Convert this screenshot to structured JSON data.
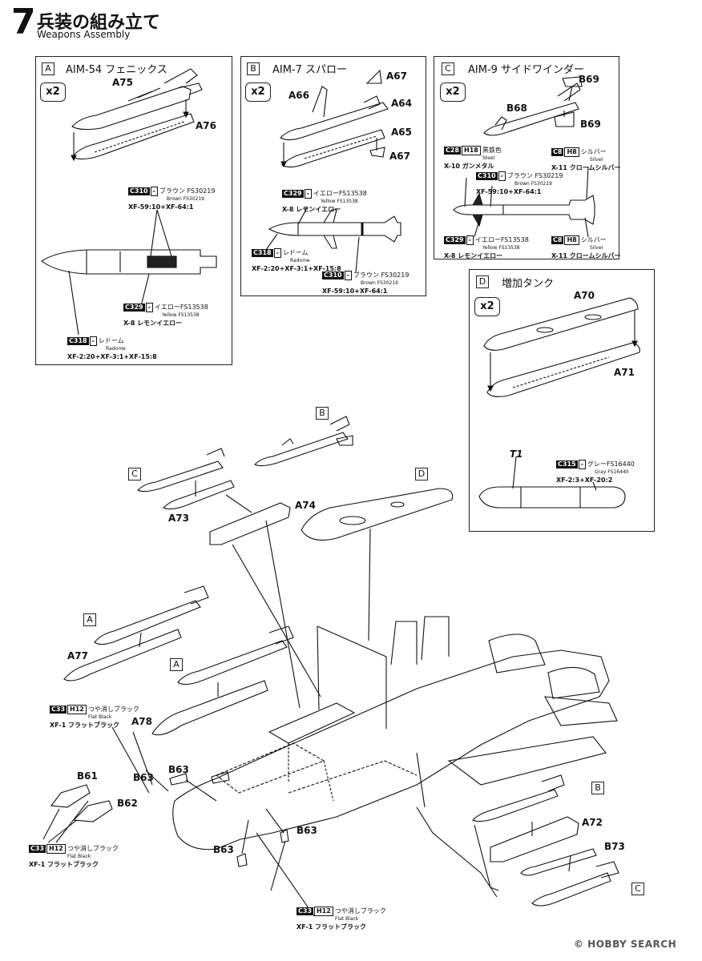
{
  "header": {
    "number": "7",
    "title_jp": "兵装の組み立て",
    "title_en": "Weapons Assembly"
  },
  "panels": {
    "A": {
      "letter": "A",
      "title": "AIM-54 フェニックス",
      "qty": "x2"
    },
    "B": {
      "letter": "B",
      "title": "AIM-7 スパロー",
      "qty": "x2"
    },
    "C": {
      "letter": "C",
      "title": "AIM-9 サイドワインダー",
      "qty": "x2"
    },
    "D": {
      "letter": "D",
      "title": "増加タンク",
      "qty": "x2"
    }
  },
  "parts": {
    "A75": "A75",
    "A76": "A76",
    "A66": "A66",
    "A67": "A67",
    "A64": "A64",
    "A65": "A65",
    "A67b": "A67",
    "B69": "B69",
    "B68": "B68",
    "B69b": "B69",
    "A70": "A70",
    "A71": "A71",
    "T1": "T1",
    "A74": "A74",
    "A73": "A73",
    "A77": "A77",
    "A78": "A78",
    "B61": "B61",
    "B62": "B62",
    "B63a": "B63",
    "B63b": "B63",
    "B63c": "B63",
    "B63d": "B63",
    "A72": "A72",
    "B73": "B73"
  },
  "callouts": {
    "c1": "C",
    "b1": "B",
    "d1": "D",
    "a1": "A",
    "a2": "A",
    "b2": "B",
    "c2": "C"
  },
  "paints": {
    "p1": {
      "code": "C310",
      "h": "-",
      "jp": "ブラウン FS30219",
      "en": "Brown FS30219",
      "mix": "XF-59:10+XF-64:1"
    },
    "p2": {
      "code": "C329",
      "h": "-",
      "jp": "イエローFS13538",
      "en": "Yellow FS13538",
      "mix": "X-8 レモンイエロー"
    },
    "p3": {
      "code": "C318",
      "h": "-",
      "jp": "レドーム",
      "en": "Radome",
      "mix": "XF-2:20+XF-3:1+XF-15:8"
    },
    "p4": {
      "code": "C329",
      "h": "-",
      "jp": "イエローFS13538",
      "en": "Yellow FS13538",
      "mix": "X-8 レモンイエロー"
    },
    "p5": {
      "code": "C318",
      "h": "-",
      "jp": "レドーム",
      "en": "Radome",
      "mix": "XF-2:20+XF-3:1+XF-15:8"
    },
    "p6": {
      "code": "C310",
      "h": "-",
      "jp": "ブラウン FS30219",
      "en": "Brown FS30219",
      "mix": "XF-59:10+XF-64:1"
    },
    "p7": {
      "code": "C28",
      "h": "H18",
      "jp": "黒鉄色",
      "en": "Steel",
      "mix": "X-10 ガンメタル"
    },
    "p8": {
      "code": "C8",
      "h": "H8",
      "jp": "シルバー",
      "en": "Silver",
      "mix": "X-11 クロームシルバー"
    },
    "p9": {
      "code": "C310",
      "h": "-",
      "jp": "ブラウン FS30219",
      "en": "Brown FS30219",
      "mix": "XF-59:10+XF-64:1"
    },
    "p10": {
      "code": "C329",
      "h": "-",
      "jp": "イエローFS13538",
      "en": "Yellow FS13538",
      "mix": "X-8 レモンイエロー"
    },
    "p11": {
      "code": "C8",
      "h": "H8",
      "jp": "シルバー",
      "en": "Silver",
      "mix": "X-11 クロームシルバー"
    },
    "p12": {
      "code": "C315",
      "h": "-",
      "jp": "グレーFS16440",
      "en": "Gray FS16440",
      "mix": "XF-2:3+XF-20:2"
    },
    "p13": {
      "code": "C33",
      "h": "H12",
      "jp": "つや消しブラック",
      "en": "Flat Black",
      "mix": "XF-1 フラットブラック"
    },
    "p14": {
      "code": "C33",
      "h": "H12",
      "jp": "つや消しブラック",
      "en": "Flat Black",
      "mix": "XF-1 フラットブラック"
    },
    "p15": {
      "code": "C33",
      "h": "H12",
      "jp": "つや消しブラック",
      "en": "Flat Black",
      "mix": "XF-1 フラットブラック"
    }
  },
  "watermark": "© HOBBY SEARCH"
}
